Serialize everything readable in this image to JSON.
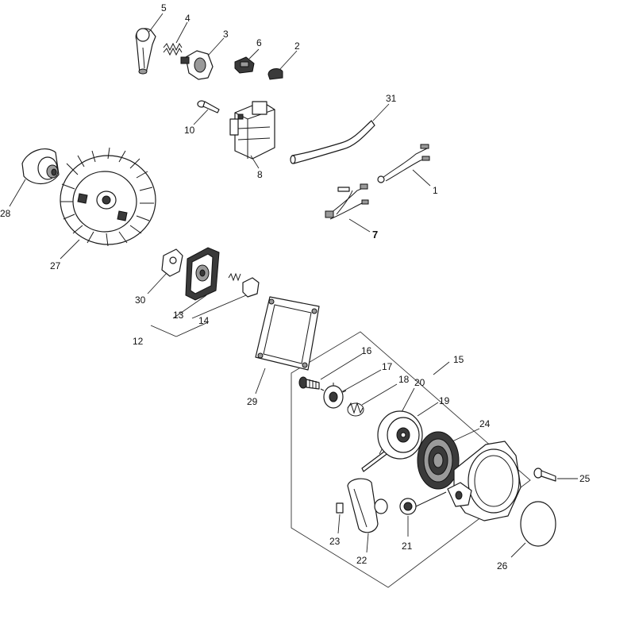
{
  "callouts": {
    "c1": "1",
    "c2": "2",
    "c3": "3",
    "c4": "4",
    "c5": "5",
    "c6": "6",
    "c7": "7",
    "c8": "8",
    "c10": "10",
    "c12": "12",
    "c13": "13",
    "c14": "14",
    "c15": "15",
    "c16": "16",
    "c17": "17",
    "c18": "18",
    "c19": "19",
    "c20": "20",
    "c21": "21",
    "c22": "22",
    "c23": "23",
    "c24": "24",
    "c25": "25",
    "c26": "26",
    "c27": "27",
    "c28": "28",
    "c29": "29",
    "c30": "30",
    "c31": "31"
  }
}
